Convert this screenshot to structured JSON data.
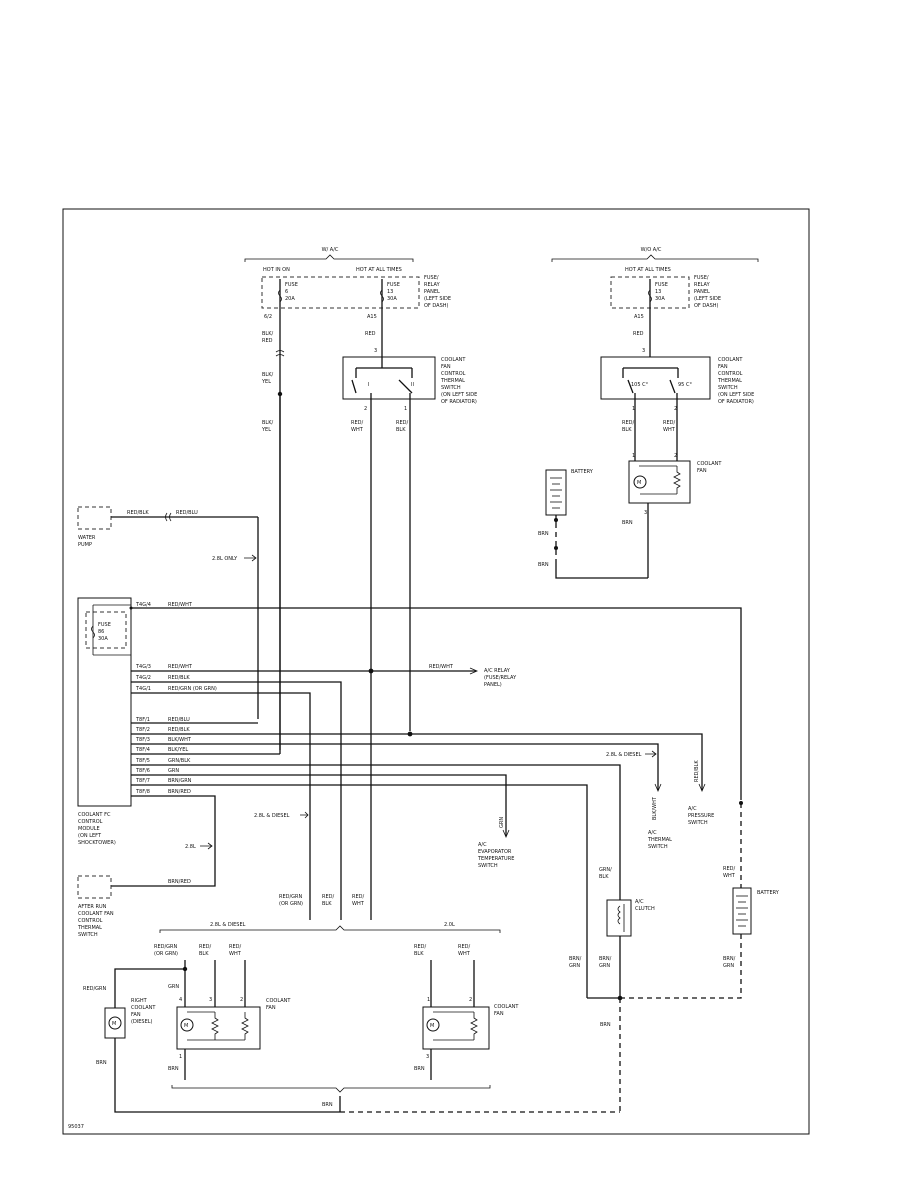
{
  "header": {
    "w_ac": "W/ A/C",
    "wo_ac": "W/O A/C"
  },
  "left_top": {
    "hot_in_on": "HOT IN ON",
    "hot_all_times": "HOT AT ALL TIMES",
    "fuse6": [
      "FUSE",
      "6",
      "20A"
    ],
    "fuse13": [
      "FUSE",
      "13",
      "30A"
    ],
    "panel": [
      "FUSE/",
      "RELAY",
      "PANEL",
      "(LEFT SIDE",
      "OF DASH)"
    ],
    "term_62": "6/2",
    "term_a15": "A15",
    "blk_red": [
      "BLK/",
      "RED"
    ],
    "blk_yel_1": [
      "BLK/",
      "YEL"
    ],
    "blk_yel_2": [
      "BLK/",
      "YEL"
    ],
    "red": "RED",
    "pin3": "3",
    "switch_label": [
      "COOLANT",
      "FAN",
      "CONTROL",
      "THERMAL",
      "SWITCH",
      "(ON LEFT SIDE",
      "OF RADIATOR)"
    ],
    "sw_i": "I",
    "sw_ii": "II",
    "pin2": "2",
    "pin1": "1",
    "red_wht": [
      "RED/",
      "WHT"
    ],
    "red_blk": [
      "RED/",
      "BLK"
    ]
  },
  "right_top": {
    "hot_all_times": "HOT AT ALL TIMES",
    "fuse13": [
      "FUSE",
      "13",
      "30A"
    ],
    "panel": [
      "FUSE/",
      "RELAY",
      "PANEL",
      "(LEFT SIDE",
      "OF DASH)"
    ],
    "term_a15": "A15",
    "red": "RED",
    "pin3": "3",
    "switch_label": [
      "COOLANT",
      "FAN",
      "CONTROL",
      "THERMAL",
      "SWITCH",
      "(ON LEFT SIDE",
      "OF RADIATOR)"
    ],
    "temp1": "105 C°",
    "temp2": "95 C°",
    "pin1": "1",
    "pin2": "2",
    "red_blk": [
      "RED/",
      "BLK"
    ],
    "red_wht": [
      "RED/",
      "WHT"
    ],
    "battery": "BATTERY",
    "fan_pin1": "1",
    "fan_pin2": "2",
    "fan_pin3": "3",
    "coolant_fan": [
      "COOLANT",
      "FAN"
    ],
    "motor": "M",
    "brn_fan": "BRN",
    "brn_bat1": "BRN",
    "brn_bat2": "BRN"
  },
  "water_pump": {
    "label": [
      "WATER",
      "PUMP"
    ],
    "red_blk": "RED/BLK",
    "red_blu": "RED/BLU",
    "only_28": "2.8L ONLY"
  },
  "module": {
    "label": [
      "COOLANT FC",
      "CONTROL",
      "MODULE",
      "(ON LEFT",
      "SHOCKTOWER)"
    ],
    "fuse": [
      "FUSE",
      "86",
      "30A"
    ],
    "pins": [
      {
        "pin": "T4G/4",
        "wire": "RED/WHT"
      },
      {
        "pin": "T4G/3",
        "wire": "RED/WHT"
      },
      {
        "pin": "T4G/2",
        "wire": "RED/BLK"
      },
      {
        "pin": "T4G/1",
        "wire": "RED/GRN (OR GRN)"
      },
      {
        "pin": "T8F/1",
        "wire": "RED/BLU"
      },
      {
        "pin": "T8F/2",
        "wire": "RED/BLK"
      },
      {
        "pin": "T8F/3",
        "wire": "BLK/WHT"
      },
      {
        "pin": "T8F/4",
        "wire": "BLK/YEL"
      },
      {
        "pin": "T8F/5",
        "wire": "GRN/BLK"
      },
      {
        "pin": "T8F/6",
        "wire": "GRN"
      },
      {
        "pin": "T8F/7",
        "wire": "BRN/GRN"
      },
      {
        "pin": "T8F/8",
        "wire": "BRN/RED"
      }
    ]
  },
  "middle": {
    "red_wht": "RED/WHT",
    "ac_relay": [
      "A/C RELAY",
      "(FUSE/RELAY",
      "PANEL)"
    ],
    "diesel_28_a": "2.8L & DIESEL",
    "blk_wht": "BLK/WHT",
    "ac_thermal": [
      "A/C",
      "THERMAL",
      "SWITCH"
    ],
    "red_blk_v": "RED/BLK",
    "ac_pressure": [
      "A/C",
      "PRESSURE",
      "SWITCH"
    ],
    "diesel_28_b": "2.8L & DIESEL",
    "grn_v": "GRN",
    "ac_evap": [
      "A/C",
      "EVAPORATOR",
      "TEMPERATURE",
      "SWITCH"
    ],
    "l28": "2.8L",
    "after_run": [
      "AFTER RUN",
      "COOLANT FAN",
      "CONTROL",
      "THERMAL",
      "SWITCH"
    ],
    "brn_red": "BRN/RED",
    "grn_blk": [
      "GRN/",
      "BLK"
    ],
    "ac_clutch": [
      "A/C",
      "CLUTCH"
    ],
    "red_wht_bat": [
      "RED/",
      "WHT"
    ],
    "battery": "BATTERY",
    "brn_grn_1": [
      "BRN/",
      "GRN"
    ],
    "brn_grn_2": [
      "BRN/",
      "GRN"
    ],
    "brn_grn_3": [
      "BRN/",
      "GRN"
    ],
    "brn_gnd": "BRN",
    "bus_red_grn": [
      "RED/GRN",
      "(OR GRN)"
    ],
    "bus_red_blk": [
      "RED/",
      "BLK"
    ],
    "bus_red_wht": [
      "RED/",
      "WHT"
    ]
  },
  "bottom": {
    "diesel_28": "2.8L & DIESEL",
    "l20": "2.0L",
    "left_red_grn": [
      "RED/GRN",
      "(OR GRN)"
    ],
    "left_red_blk": [
      "RED/",
      "BLK"
    ],
    "left_red_wht": [
      "RED/",
      "WHT"
    ],
    "red_grn": "RED/GRN",
    "grn": "GRN",
    "right_fan": [
      "RIGHT",
      "COOLANT",
      "FAN",
      "(DIESEL)"
    ],
    "motor": "M",
    "pin4": "4",
    "pin3": "3",
    "pin2": "2",
    "pin1": "1",
    "coolant_fan_l": [
      "COOLANT",
      "FAN"
    ],
    "brn_l": "BRN",
    "brn_right_fan": "BRN",
    "right_red_blk": [
      "RED/",
      "BLK"
    ],
    "right_red_wht": [
      "RED/",
      "WHT"
    ],
    "r_pin1": "1",
    "r_pin2": "2",
    "r_pin3": "3",
    "coolant_fan_r": [
      "COOLANT",
      "FAN"
    ],
    "brn_r": "BRN",
    "brn_bottom": "BRN",
    "ref": "95037"
  }
}
